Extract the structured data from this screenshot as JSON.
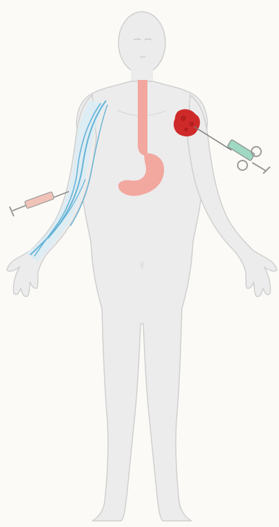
{
  "diagram": {
    "subject": "human body",
    "view": "front",
    "illustrated_parts": {
      "body": "body-silhouette",
      "esophagus": "esophagus",
      "stomach": "stomach",
      "arm_veins": "right-arm-veins",
      "tumor": "tumor",
      "injection_arm": "syringe-arm",
      "injection_tumor": "syringe-tumor"
    },
    "colors": {
      "background": "#fbfaf6",
      "body_fill": "#ececec",
      "body_stroke": "#cfcfcf",
      "digestive_tract": "#f2a79f",
      "veins": "#63b3d6",
      "arm_highlight": "#dcecf5",
      "tumor": "#cf2a2a",
      "syringe_arm_barrel": "#f1c3b8",
      "syringe_tumor_barrel": "#9fd8c3"
    }
  }
}
